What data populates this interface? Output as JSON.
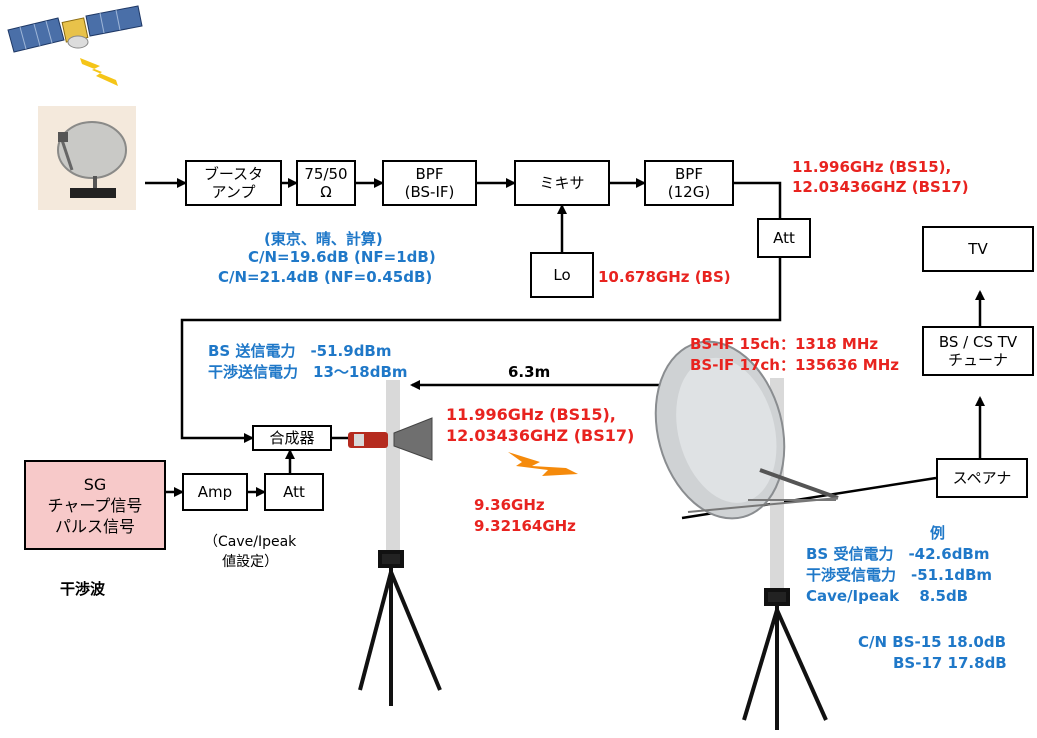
{
  "blocks": {
    "booster": "ブースタ\nアンプ",
    "impedance": "75/50\nΩ",
    "bpf_bsif": "BPF\n(BS-IF)",
    "mixer": "ミキサ",
    "bpf_12g": "BPF\n(12G)",
    "att_top": "Att",
    "lo": "Lo",
    "tv": "TV",
    "tuner": "BS / CS TV\nチューナ",
    "spectrum": "スペアナ",
    "combiner": "合成器",
    "amp": "Amp",
    "att_bottom": "Att",
    "sg": "SG\nチャープ信号\nパルス信号"
  },
  "labels": {
    "freq_top_1": "11.996GHz (BS15),",
    "freq_top_2": "12.03436GHZ (BS17)",
    "cn_title": "(東京、晴、計算)",
    "cn_1": "C/N=19.6dB (NF=1dB)",
    "cn_2": "C/N=21.4dB (NF=0.45dB)",
    "lo_freq": "10.678GHz (BS)",
    "tx_power_1": "BS 送信電力　-51.9dBm",
    "tx_power_2": "干渉送信電力　13～18dBm",
    "distance": "6.3m",
    "if_1": "BS-IF 15ch：1318 MHz",
    "if_2": "BS-IF 17ch：135636 MHz",
    "freq_mid_1": "11.996GHz (BS15),",
    "freq_mid_2": "12.03436GHZ (BS17)",
    "int_freq_1": "9.36GHz",
    "int_freq_2": "9.32164GHz",
    "cave_setting": "（Cave/Ipeak\n値設定）",
    "interference_wave": "干渉波",
    "example_title": "例",
    "rx_1": "BS 受信電力　-42.6dBm",
    "rx_2": "干渉受信電力　-51.1dBm",
    "rx_3": "Cave/Ipeak　 8.5dB",
    "cn_bs15": "C/N BS-15 18.0dB",
    "cn_bs17": "BS-17  17.8dB"
  },
  "colors": {
    "blue": "#1f78c8",
    "red": "#e8231f",
    "sg_fill": "#f7c9c9"
  }
}
